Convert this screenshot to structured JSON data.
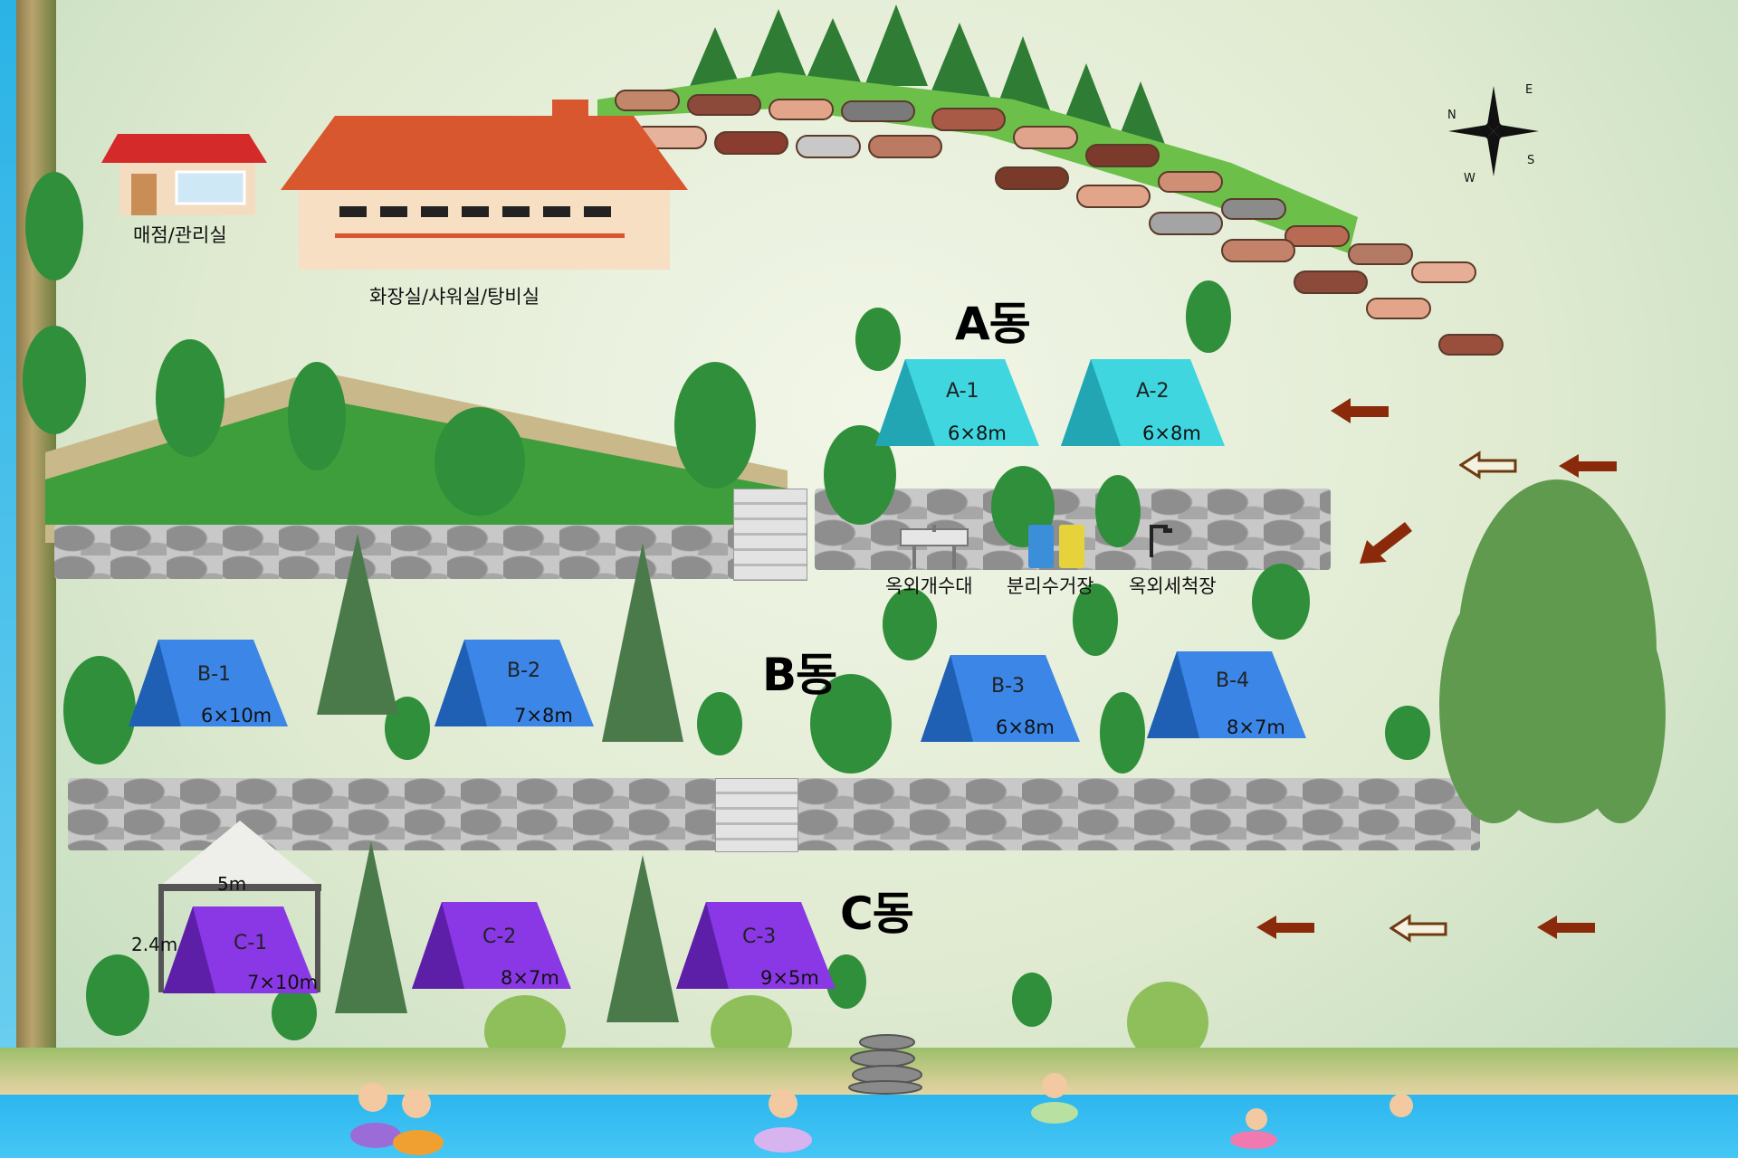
{
  "facilities": {
    "store_label": "매점/관리실",
    "restroom_label": "화장실/샤워실/탕비실",
    "sink_label": "옥외개수대",
    "recycling_label": "분리수거장",
    "wash_label": "옥외세척장"
  },
  "zones": {
    "a": "A동",
    "b": "B동",
    "c": "C동"
  },
  "tents": {
    "a1": {
      "id": "A-1",
      "size": "6×8m",
      "color": "#3fd6e0"
    },
    "a2": {
      "id": "A-2",
      "size": "6×8m",
      "color": "#3fd6e0"
    },
    "b1": {
      "id": "B-1",
      "size": "6×10m",
      "color": "#3b86e6"
    },
    "b2": {
      "id": "B-2",
      "size": "7×8m",
      "color": "#3b86e6"
    },
    "b3": {
      "id": "B-3",
      "size": "6×8m",
      "color": "#3b86e6"
    },
    "b4": {
      "id": "B-4",
      "size": "8×7m",
      "color": "#3b86e6"
    },
    "c1": {
      "id": "C-1",
      "size": "7×10m",
      "color": "#8a38e6"
    },
    "c2": {
      "id": "C-2",
      "size": "8×7m",
      "color": "#8a38e6"
    },
    "c3": {
      "id": "C-3",
      "size": "9×5m",
      "color": "#8a38e6"
    }
  },
  "canopy": {
    "width_label": "5m",
    "height_label": "2.4m"
  },
  "compass": {
    "n": "N",
    "e": "E",
    "s": "S",
    "w": "W"
  },
  "colors": {
    "roof": "#d9572f",
    "arrow": "#8a2a0a",
    "water": "#2cb6ee",
    "tree": "#2f8f3a"
  }
}
